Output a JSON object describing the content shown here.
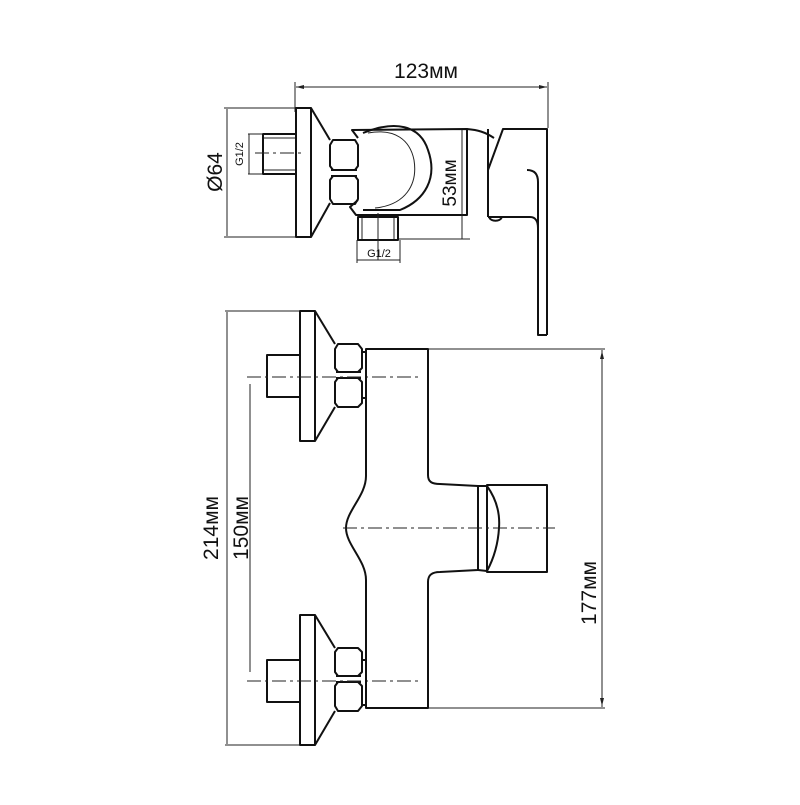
{
  "drawing": {
    "title": "Shower mixer dimensional drawing",
    "views": [
      "top-view",
      "front-view"
    ],
    "dimensions": {
      "overall_depth": "123мм",
      "flange_diameter": "Ø64",
      "body_height_top": "53мм",
      "overall_width": "214мм",
      "inlet_spacing": "150мм",
      "body_width": "177мм"
    },
    "threads": {
      "inlet_thread": "G1/2",
      "outlet_thread": "G1/2"
    },
    "colors": {
      "line": "#111111",
      "background": "#ffffff"
    }
  }
}
